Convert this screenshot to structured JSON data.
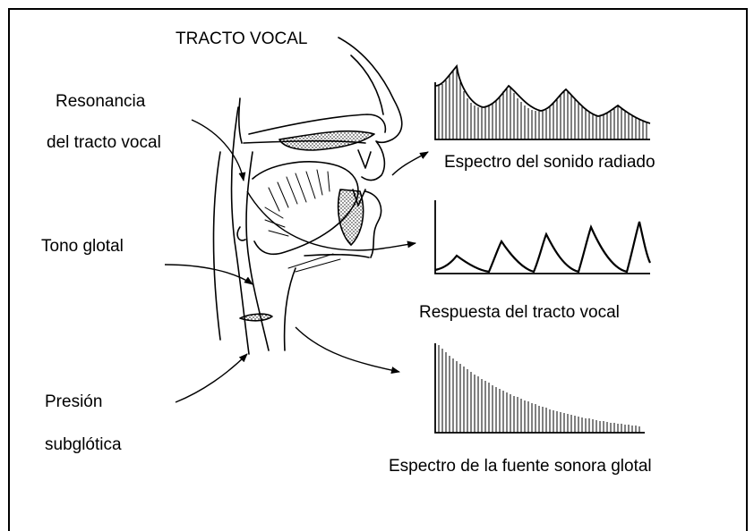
{
  "labels": {
    "vocal_tract": "TRACTO VOCAL",
    "resonance_line1": "Resonancia",
    "resonance_line2": "del tracto vocal",
    "glottal_tone": "Tono glotal",
    "pressure_line1": "Presión",
    "pressure_line2": "subglótica",
    "radiated_spectrum": "Espectro del sonido radiado",
    "tract_response": "Respuesta del tracto vocal",
    "source_spectrum": "Espectro de la fuente sonora glotal"
  },
  "colors": {
    "line": "#000000",
    "background": "#ffffff"
  }
}
